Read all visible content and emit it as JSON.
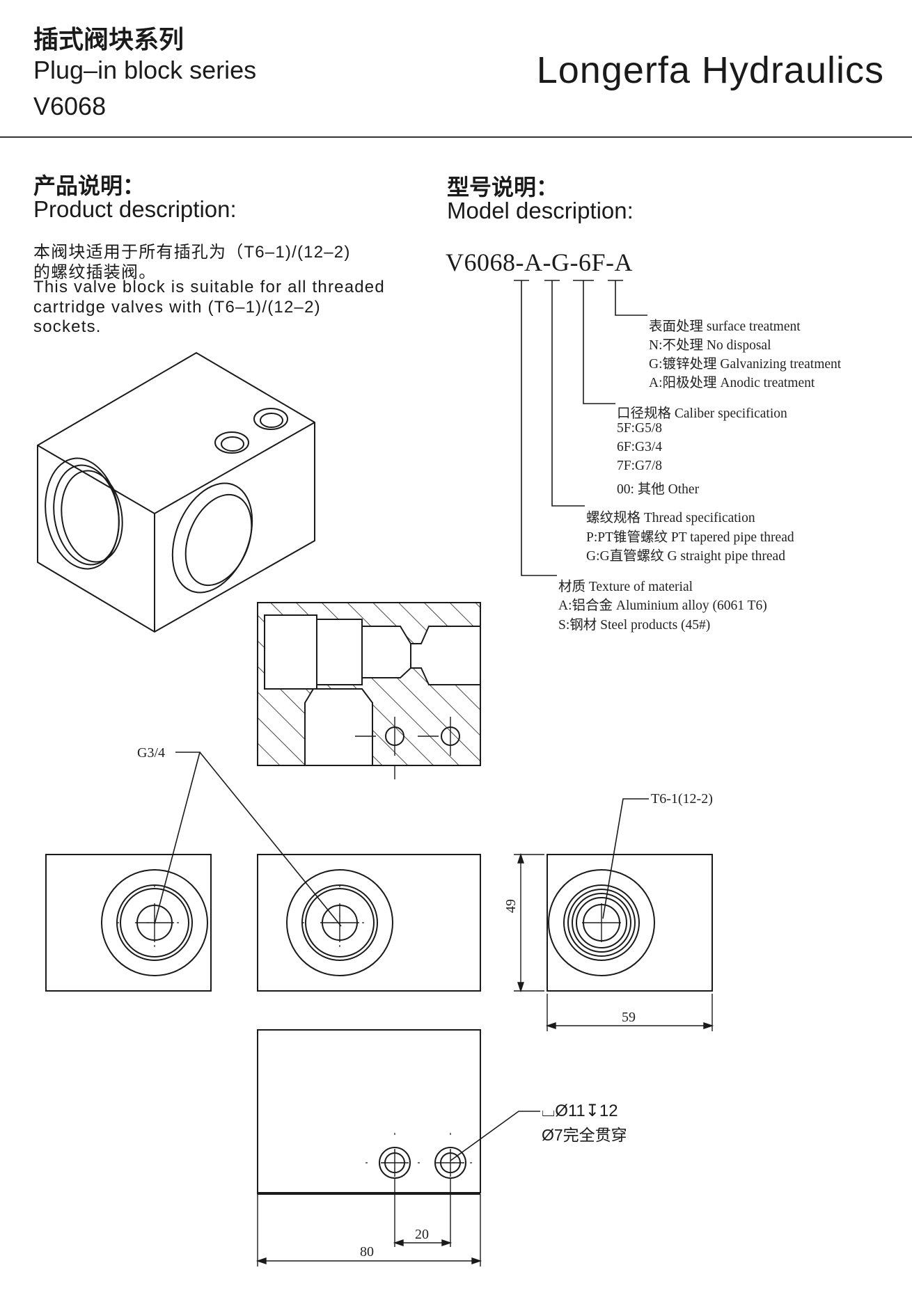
{
  "header": {
    "title_cn": "插式阀块系列",
    "title_en": "Plug–in block series",
    "model": "V6068",
    "brand": "Longerfa  Hydraulics"
  },
  "product_description": {
    "heading_cn": "产品说明：",
    "heading_en": "Product description:",
    "lines": [
      "本阀块适用于所有插孔为（T6–1)/(12–2)",
      "的螺纹插装阀。",
      "This valve block is suitable for all threaded",
      "cartridge   valves   with   (T6–1)/(12–2)",
      "sockets."
    ]
  },
  "model_description": {
    "heading_cn": "型号说明：",
    "heading_en": "Model description:",
    "code": "V6068-A-G-6F-A",
    "groups": [
      {
        "title": "表面处理 surface treatment",
        "options": [
          "N:不处理 No disposal",
          "G:镀锌处理 Galvanizing treatment",
          "A:阳极处理 Anodic treatment"
        ]
      },
      {
        "title": "口径规格 Caliber specification",
        "options": [
          "5F:G5/8",
          "6F:G3/4",
          "7F:G7/8",
          "00: 其他 Other"
        ]
      },
      {
        "title": "螺纹规格 Thread specification",
        "options": [
          "P:PT锥管螺纹 PT tapered pipe thread",
          "G:G直管螺纹 G straight pipe thread"
        ]
      },
      {
        "title": "材质 Texture of material",
        "options": [
          "A:铝合金 Aluminium alloy  (6061 T6)",
          "S:钢材 Steel products  (45#)"
        ]
      }
    ]
  },
  "drawing_labels": {
    "port_thread": "G3/4",
    "cavity": "T6-1(12-2)",
    "height": "49",
    "width": "59",
    "hole_counterbore": "⌴Ø11↧12",
    "hole_through": "Ø7完全贯穿",
    "hole_spacing": "20",
    "length": "80"
  }
}
